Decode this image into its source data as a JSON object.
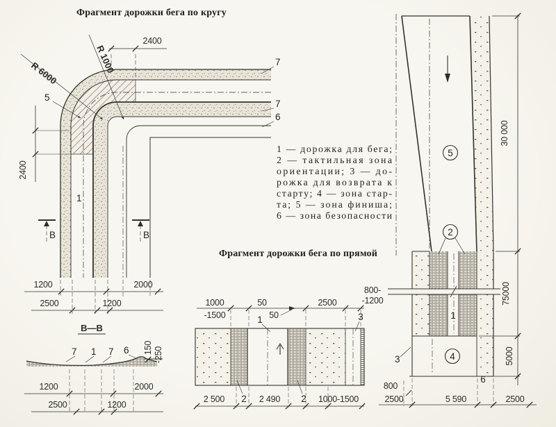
{
  "colors": {
    "paper": "#f5f2ea",
    "ink": "#33322e"
  },
  "circle_fragment": {
    "title": "Фрагмент дорожки бега по кругу",
    "dim_top": "2400",
    "dim_left": "2400",
    "radius_outer": "R 6000",
    "radius_inner": "R 1000",
    "zone_finish": "5",
    "zone_track": "1",
    "edge_labels": [
      "7",
      "7",
      "6"
    ],
    "section_letter_left": "В",
    "section_letter_right": "В",
    "dims_row1": [
      "1200",
      "2000"
    ],
    "dims_row2": [
      "2500",
      "1200"
    ]
  },
  "section_bb": {
    "title": "В—В",
    "callouts": [
      "7",
      "1",
      "7",
      "6"
    ],
    "level_top": "150",
    "level_bottom": "-250",
    "dims_row1": [
      "1200",
      "2000"
    ],
    "dims_row2": [
      "2500",
      "1200"
    ]
  },
  "legend": {
    "lines": [
      "1 — дорожка для бега;",
      "2 — тактильная зона",
      "ориентации; 3 — до-",
      "рожка для возврата к",
      "старту; 4 — зона стар-",
      "та; 5 — зона финиша;",
      "6 — зона безопасности"
    ]
  },
  "straight_fragment": {
    "title": "Фрагмент дорожки бега по прямой",
    "dim_width_a": "1000",
    "dim_width_b": "-1500",
    "dim_gap_a": "50",
    "dim_gap_b": "50",
    "dim_safety": "2500",
    "dim_return_a": "800-",
    "dim_return_b": "-1200",
    "label_track": "1",
    "label_return": "3",
    "label_tactile_left": "2",
    "label_tactile_right": "2",
    "dims_bottom": [
      "2 500",
      "2 490",
      "1000-1500"
    ]
  },
  "straight_plan": {
    "zone_finish": "5",
    "zone_tactile": "2",
    "zone_start": "4",
    "label_track": "1",
    "label_return": "3",
    "label_safety": "6",
    "dim_length_finish": "30 000",
    "dim_length_track": "75000",
    "dim_length_start": "5000",
    "dim_800": "800",
    "dim_2500_left": "2500",
    "dim_5590": "5 590",
    "dim_2500_right": "2500"
  }
}
